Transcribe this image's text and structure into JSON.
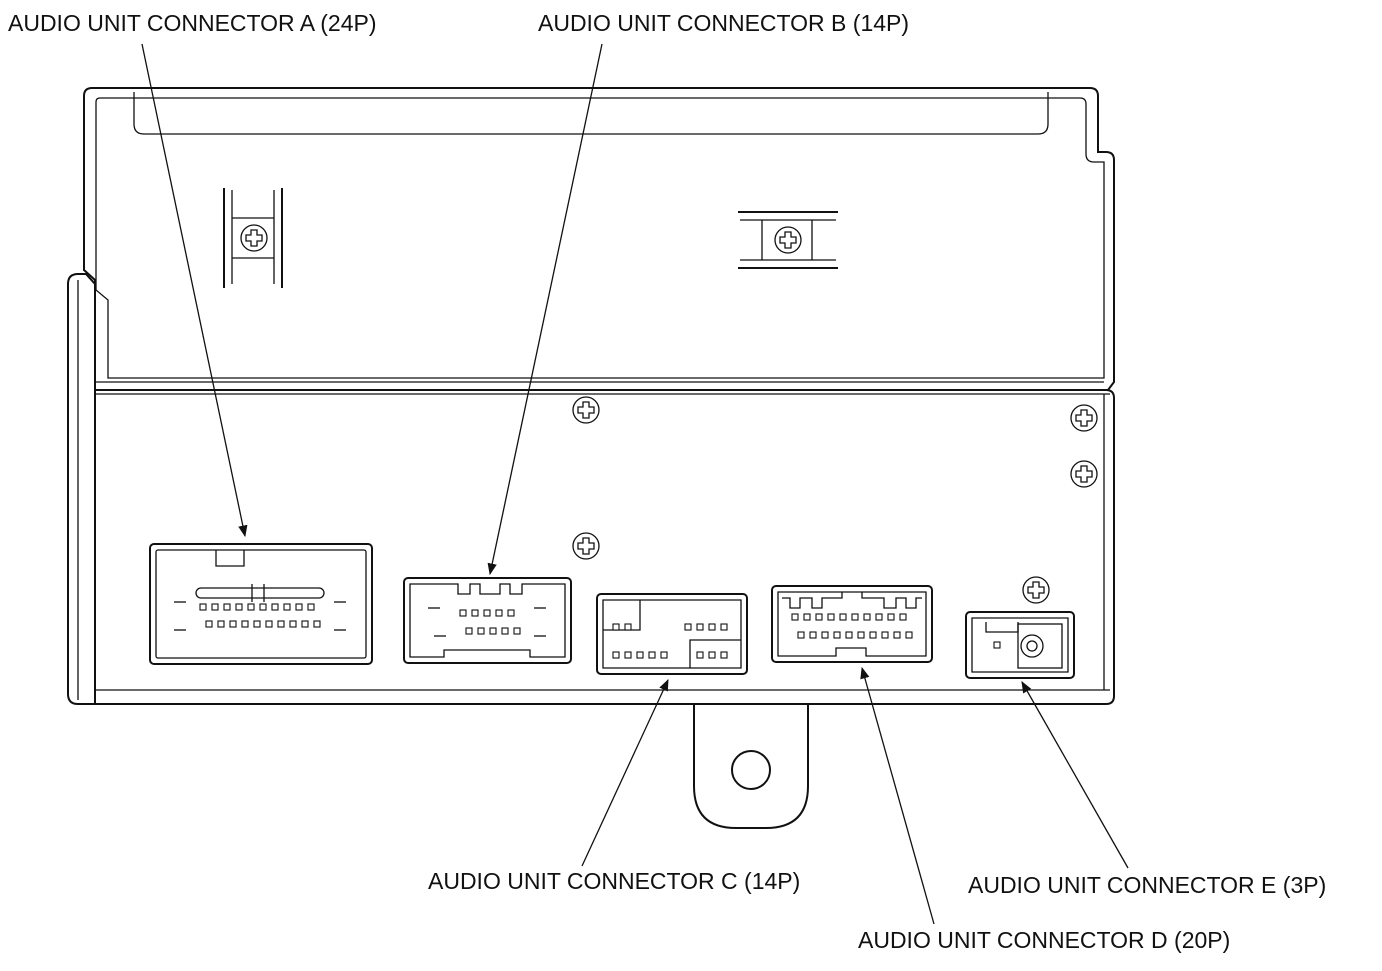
{
  "labels": {
    "connector_a": "AUDIO UNIT CONNECTOR A (24P)",
    "connector_b": "AUDIO UNIT CONNECTOR B (14P)",
    "connector_c": "AUDIO UNIT CONNECTOR C (14P)",
    "connector_d": "AUDIO UNIT CONNECTOR D (20P)",
    "connector_e": "AUDIO UNIT CONNECTOR E (3P)"
  },
  "colors": {
    "line": "#111111",
    "background": "#ffffff"
  }
}
